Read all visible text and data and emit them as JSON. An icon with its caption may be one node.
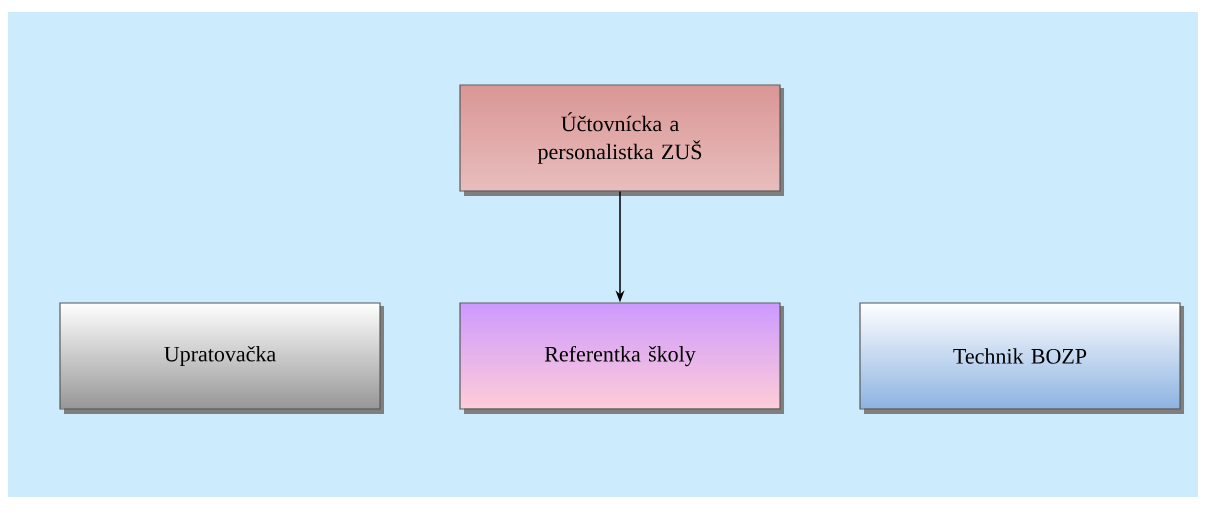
{
  "diagram": {
    "nodes": [
      {
        "text": [
          "Účtovnícka a personalistka ZUŠ"
        ]
      },
      {
        "text": [
          "Upratovačka"
        ]
      },
      {
        "text": [
          "Referentka školy"
        ]
      },
      {
        "text": [
          "Technik BOZP"
        ]
      }
    ],
    "edges": [
      {
        "from": 0,
        "to": 2,
        "arrow": "to"
      }
    ]
  }
}
